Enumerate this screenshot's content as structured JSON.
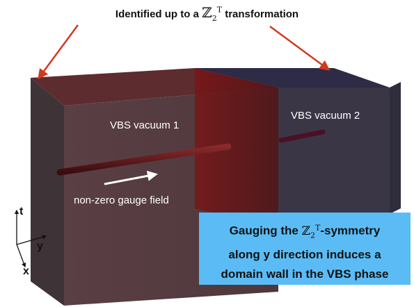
{
  "caption": {
    "prefix": "Identified up to a",
    "math_symbol": "ℤ",
    "math_sub": "2",
    "math_sup": "T",
    "suffix": "transformation"
  },
  "regions": {
    "vacuum1_label": "VBS vacuum 1",
    "vacuum2_label": "VBS vacuum 2"
  },
  "gauge_field_label": "non-zero gauge field",
  "info_box": {
    "line1_prefix": "Gauging the",
    "math_symbol": "ℤ",
    "math_sub": "2",
    "math_sup": "T",
    "line1_suffix": "-symmetry",
    "line2": "along y direction induces a",
    "line3": "domain wall in the VBS phase",
    "background": "#5bbcf5"
  },
  "axes": {
    "t": "t",
    "y": "y",
    "x": "x"
  },
  "colors": {
    "box_left": "#4a3b3e",
    "box_front": "#4f3a3e",
    "box_top": "#3d2a30",
    "box_right_front": "#3c3748",
    "box_right_top": "#2b2a44",
    "red_volume": "#5b1a1c",
    "domain_wall": "#6e1010",
    "tube": "#6b1a1c",
    "arrow_red": "#d03a20"
  }
}
